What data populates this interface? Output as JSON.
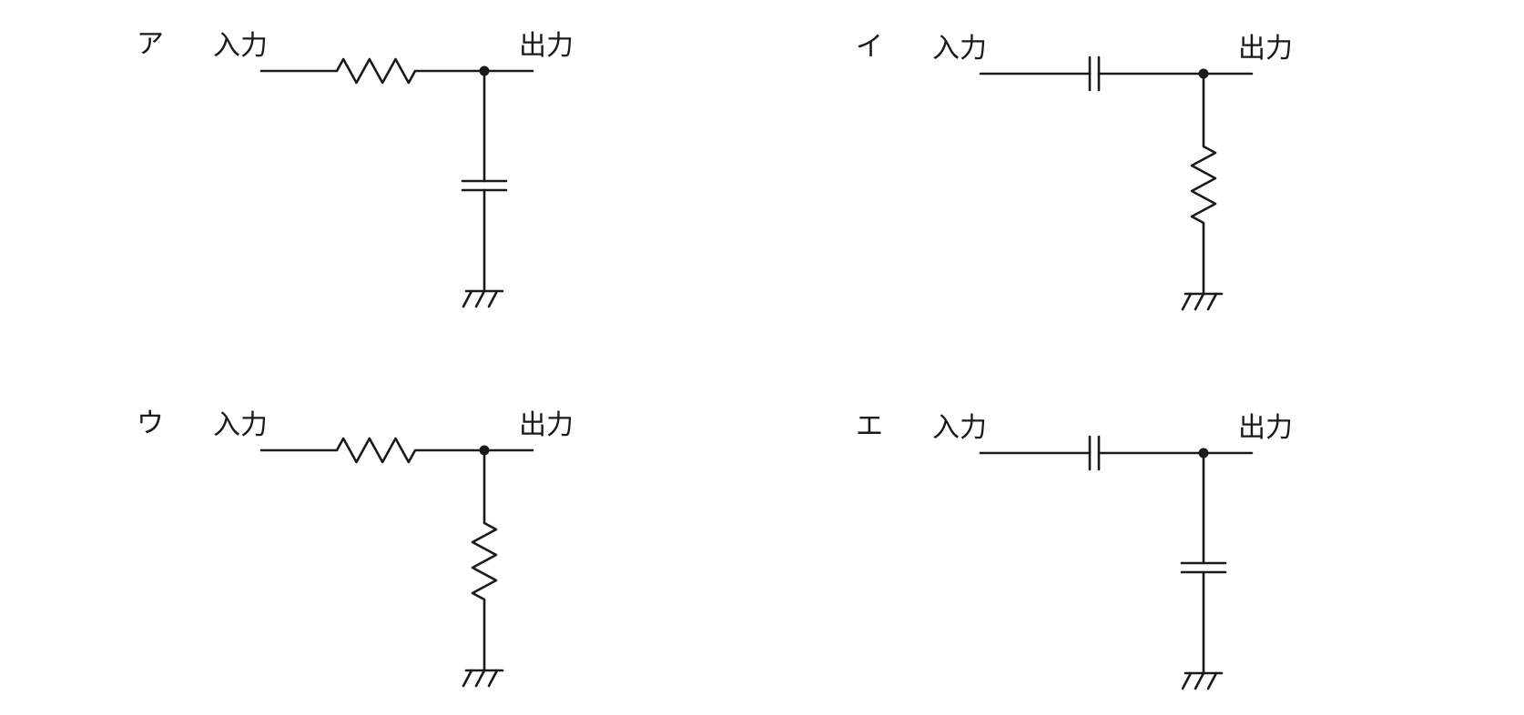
{
  "circuits": [
    {
      "choice": "ア",
      "input_label": "入力",
      "output_label": "出力",
      "series": "resistor",
      "shunt": "capacitor",
      "ground": "ground"
    },
    {
      "choice": "イ",
      "input_label": "入力",
      "output_label": "出力",
      "series": "capacitor",
      "shunt": "resistor",
      "ground": "ground"
    },
    {
      "choice": "ウ",
      "input_label": "入力",
      "output_label": "出力",
      "series": "resistor",
      "shunt": "resistor",
      "ground": "ground"
    },
    {
      "choice": "エ",
      "input_label": "入力",
      "output_label": "出力",
      "series": "capacitor",
      "shunt": "capacitor",
      "ground": "ground"
    }
  ]
}
